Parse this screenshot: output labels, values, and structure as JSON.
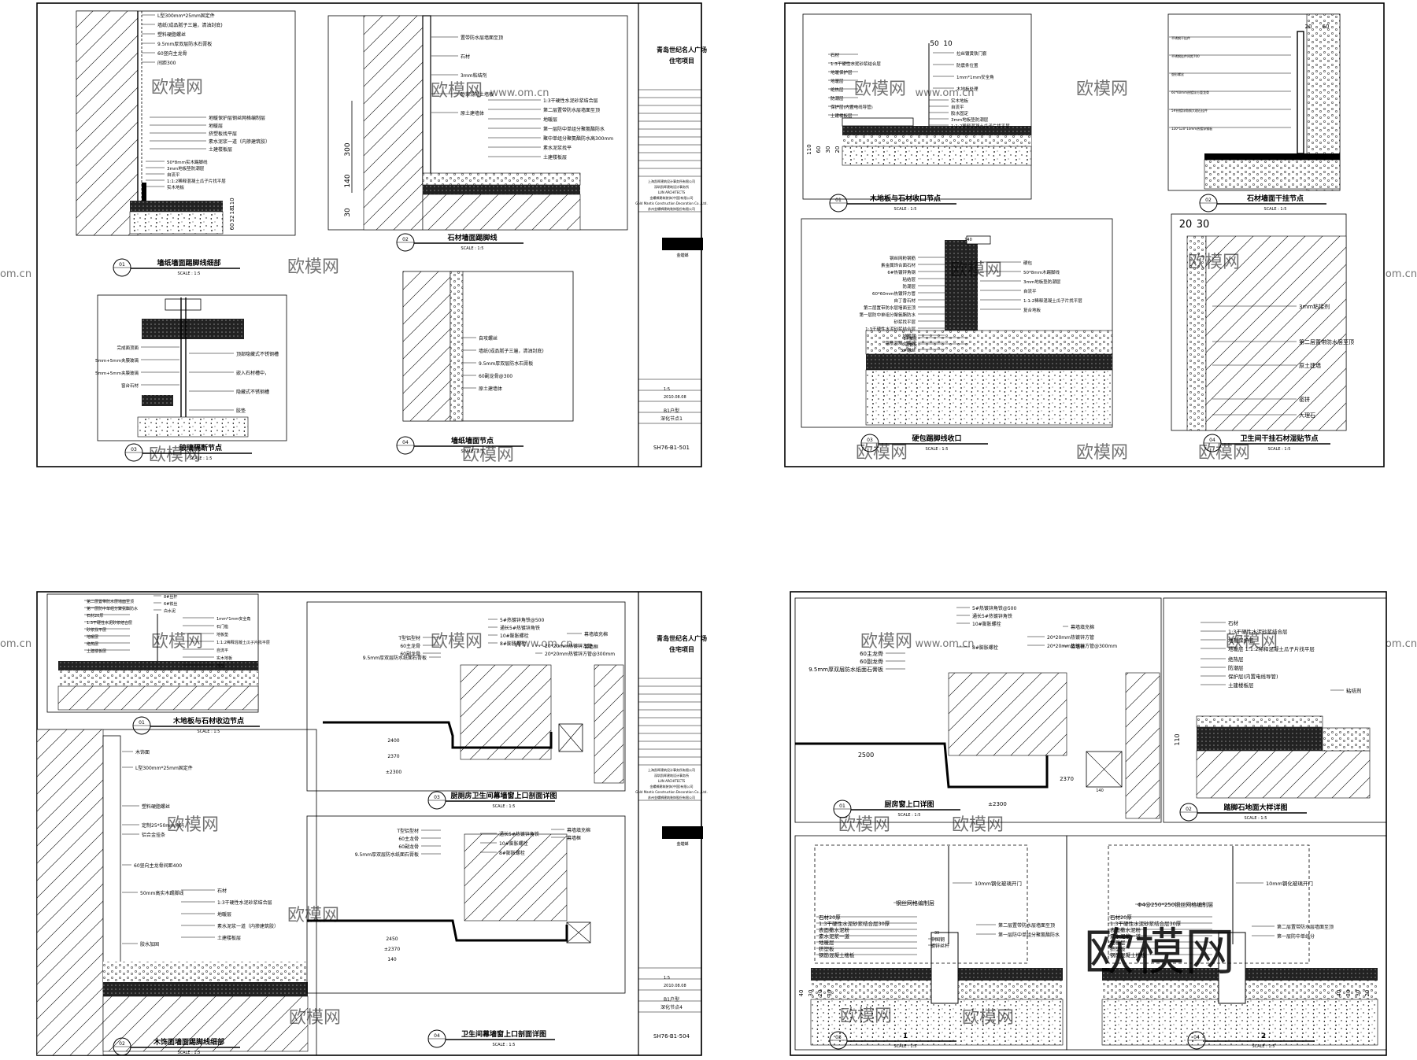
{
  "sheets": [
    {
      "project": [
        "青岛世纪名人广场",
        "住宅项目"
      ],
      "scale": "1:5",
      "date": "2010.08.08",
      "drawing": [
        "B1户型",
        "深化节点1"
      ],
      "sheet_no": "SH76-B1-501",
      "details": [
        {
          "num": "01",
          "title": "墙纸墙面踢脚线细部",
          "scale": "SCALE : 1:5"
        },
        {
          "num": "02",
          "title": "石材墙面踢脚线",
          "scale": "SCALE : 1:5"
        },
        {
          "num": "03",
          "title": "玻璃隔断节点",
          "scale": "SCALE : 1:5"
        },
        {
          "num": "04",
          "title": "墙纸墙面节点",
          "scale": "SCALE : 1:5"
        }
      ],
      "notes": {
        "d1": [
          "L型300mm*25mm固定件",
          "墙纸(成品腻子三遍，清油封底)",
          "塑料硬脂螺丝",
          "9.5mm厚双层防水石膏板",
          "60竖向主龙骨",
          "间距300",
          "地暖保护层钢丝网格编制层",
          "地暖层",
          "挤塑板找平层",
          "素水泥浆一道（内掺建筑胶）",
          "土建楼板层",
          "50*8mm实木踢脚线",
          "3mm地板垫防潮层",
          "自流平",
          "1:1:2稀释混凝土瓜子片找平层",
          "实木地板"
        ],
        "d1_dims": [
          "60",
          "32",
          "18",
          "110"
        ],
        "d2": [
          "置带防水层墙面至顶",
          "石材",
          "3mm粘结剂",
          "砂浆混凝土墙板",
          "原土建墙体",
          "1:3干硬性水泥砂浆结合层",
          "第二层置带防水层墙面至顶",
          "地暖层",
          "第一层防中单组分聚氨酯防水",
          "聚中单组分聚氨酯防水高300mm",
          "素水泥浆找平",
          "土建楼板层"
        ],
        "d2_dims": [
          "300",
          "140",
          "30"
        ],
        "d3": [
          "完成面顶面",
          "5mm+5mm夹膜玻璃",
          "5mm+5mm夹膜玻璃",
          "窗台石材",
          "顶部隐藏式不锈钢槽",
          "嵌入石材槽中，",
          "隐藏式不锈钢槽",
          "胶垫"
        ],
        "d4": [
          "自攻螺丝",
          "墙纸(成品腻子三遍，清油封底)",
          "9.5mm厚双层防水石膏板",
          "60副龙骨@300",
          "原土建墙体"
        ]
      },
      "company": [
        "上海凯晖建筑设计事务所有限公司",
        "深圳凯晖建筑设计事务所",
        "LUN ARCHITECTS",
        "金螺蛳建筑装饰(中国)有限公司",
        "Gold Mantis Construction Decoration Co., Ltd.",
        "苏州金螺蛳建筑装饰股份有限公司"
      ],
      "logo": "GOLD MANTIS",
      "logo_cn": "金螳螂"
    },
    {
      "details": [
        {
          "num": "01",
          "title": "木地板与石材收口节点",
          "scale": "SCALE : 1:5"
        },
        {
          "num": "02",
          "title": "石材墙面干挂节点",
          "scale": "SCALE : 1:5"
        },
        {
          "num": "03",
          "title": "硬包踢脚线收口",
          "scale": "SCALE : 1:5"
        },
        {
          "num": "04",
          "title": "卫生间干挂石材湿贴节点",
          "scale": "SCALE : 1:5"
        }
      ],
      "notes": {
        "d1": [
          "石材",
          "1:3干硬性水泥砂浆结合层",
          "地暖保护层",
          "地暖层",
          "绝热层",
          "防潮层",
          "保护层(内置电线导管)",
          "土建楼板层",
          "拉丝镀黄铁门套",
          "防震条位置",
          "1mm*1mm安全角",
          "木地板处理",
          "实木地板",
          "自流平",
          "胶水固定",
          "3mm地板垫防潮层",
          "1:1:2稀释混凝土瓜子片找平层"
        ],
        "d1_dims": [
          "50",
          "10",
          "110",
          "60",
          "30",
          "20"
        ],
        "d2": [
          "不锈钢干挂件",
          "不锈钢挂件间距700",
          "塑形螺丝",
          "60*60mm热镀锌方管龙骨",
          "5#热镀锌角钢大理石挂件",
          "120*120*10mm热镀锌钢板"
        ],
        "d2_dims": [
          "20",
          "60"
        ],
        "d3": [
          "钢丝网粉钢筋",
          "素金属饰合面石材",
          "6#热镀锌角钢",
          "粘结层",
          "防潮层",
          "60*60mm热镀锌方管",
          "自丁香石材",
          "第二层置带防水层墙面至顶",
          "第一层防中单组分聚氨酯防水",
          "砂浆找平层",
          "1:3干硬性水泥砂浆结合层",
          "地暖层",
          "钢筋混凝土楼板",
          "5#螺丝",
          "8#膨胀",
          "玻镁板",
          "硬包",
          "50*8mm木踢脚线",
          "3mm地板垫防潮层",
          "自流平",
          "1:1:2稀释混凝土瓜子片找平层",
          "复合地板"
        ],
        "d3_dims": [
          "140"
        ],
        "d4": [
          "3mm粘接剂",
          "第二层置带防水层至顶",
          "原土建墙",
          "密拼",
          "大理石"
        ],
        "d4_dims": [
          "20",
          "30"
        ]
      }
    },
    {
      "project": [
        "青岛世纪名人广场",
        "住宅项目"
      ],
      "scale": "1:5",
      "date": "2010.08.08",
      "drawing": [
        "B1户型",
        "深化节点4"
      ],
      "sheet_no": "SH76-B1-504",
      "details": [
        {
          "num": "01",
          "title": "木地板与石材收边节点",
          "scale": "SCALE : 1:5"
        },
        {
          "num": "02",
          "title": "木饰面墙面踢脚线细部",
          "scale": "SCALE : 1:5"
        },
        {
          "num": "03",
          "title": "厨厕房卫生间幕墙窗上口剖面详图",
          "scale": "SCALE : 1:5"
        },
        {
          "num": "04",
          "title": "卫生间幕墙窗上口剖面详图",
          "scale": "SCALE : 1:5"
        }
      ],
      "notes": {
        "d1": [
          "第二层置带防水层墙面至顶",
          "第一层防中单组分聚氨酯防水",
          "石材20厚",
          "1:3干硬性水泥砂浆结合层",
          "砂浆找平层",
          "地暖层",
          "绝热层",
          "土建楼板层",
          "8#丝杆",
          "6#铁丝",
          "白水泥",
          "1mm*1mm安全角",
          "石门槛",
          "地板垫",
          "1:1:2稀释混凝土瓜子片找平层",
          "自流平",
          "实木地板",
          "挤塑"
        ],
        "d2": [
          "木饰面",
          "L型300mm*25mm固定件",
          "塑料硬脂螺丝",
          "定制25*50mm角码",
          "铝合金挂条",
          "60竖向主龙骨间距400",
          "50mm高实木踢脚线",
          "胶水加固",
          "石材",
          "1:3干硬性水泥砂浆结合层",
          "地暖层",
          "素水泥浆一道（内掺建筑胶）",
          "土建楼板层"
        ],
        "d3": [
          "T型铝型材",
          "60主龙骨",
          "60副龙骨",
          "9.5mm厚双层防水纸面石膏板",
          "5#热镀锌角铁@500",
          "通长5#热镀锌角铁",
          "10#膨胀螺栓",
          "8#膨胀螺栓",
          "20*20mm热镀锌方管",
          "20*20mm热镀锌方管@300mm",
          "幕墙填充棉",
          "幕墙框"
        ],
        "d3_dims": [
          "2400",
          "2370",
          "±2300"
        ],
        "d4": [
          "T型铝型材",
          "60主龙骨",
          "60副龙骨",
          "9.5mm厚双层防水纸面石膏板",
          "通长5#热镀锌角铁",
          "10#膨胀螺栓",
          "8#膨胀螺栓",
          "幕墙填充棉",
          "幕墙框"
        ],
        "d4_dims": [
          "2450",
          "±2370",
          "140"
        ]
      },
      "company": [
        "上海凯晖建筑设计事务所有限公司",
        "深圳凯晖建筑设计事务所",
        "LUN ARCHITECTS",
        "金螺蛳建筑装饰(中国)有限公司",
        "Gold Mantis Construction Decoration Co., Ltd.",
        "苏州金螺蛳建筑装饰股份有限公司"
      ],
      "logo": "GOLD MANTIS",
      "logo_cn": "金螳螂"
    },
    {
      "details": [
        {
          "num": "01",
          "title": "厨房窗上口详图",
          "scale": "SCALE : 1:5"
        },
        {
          "num": "02",
          "title": "踏脚石地面大样详图",
          "scale": "SCALE : 1:5"
        },
        {
          "num": "03",
          "title": "1",
          "scale": "SCALE : 1:5"
        },
        {
          "num": "04",
          "title": "2",
          "scale": "SCALE : 1:5"
        }
      ],
      "notes": {
        "d1": [
          "60主龙骨",
          "60副龙骨",
          "9.5mm厚双层防水纸面石膏板",
          "5#热镀锌角铁@500",
          "通长5#热镀锌角铁",
          "10#膨胀螺栓",
          "8#膨胀螺栓",
          "20*20mm热镀锌方管",
          "20*20mm热镀锌方管@300mm",
          "幕墙填充棉",
          "幕墙框"
        ],
        "d1_dims": [
          "2500",
          "2370",
          "±2300",
          "140"
        ],
        "d2": [
          "石材",
          "1:3干硬性水泥砂浆结合层",
          "地暖保护层",
          "地暖层  1:1:2稀释混凝土瓜子片找平层",
          "绝热层",
          "防潮层",
          "保护层(内置电线导管)",
          "土建楼板层",
          "粘结剂"
        ],
        "d2_dims": [
          "110"
        ],
        "d3": [
          "钢丝网格编制层",
          "石材20厚",
          "1:3干硬性水泥砂浆结合层30厚",
          "表面撒水泥粉",
          "素水泥浆一道",
          "地暖层",
          "挤塑板",
          "钢筋混凝土楼板",
          "10mm钢化玻璃开门",
          "中国钢",
          "镀锌丝杆",
          "第二层置带防水层墙面至顶",
          "第一层防中单组分聚氨酯防水"
        ],
        "d3_dims": [
          "40",
          "30",
          "20",
          "30",
          "39"
        ],
        "d4": [
          "Φ4@250*250钢丝网格编制层",
          "石材20厚",
          "1:3干硬性水泥砂浆结合层30厚",
          "表面撒水泥粉",
          "素水泥浆一道",
          "地暖层",
          "挤塑板",
          "钢筋混凝土楼板",
          "10mm钢化玻璃开门",
          "第二层置带防水层墙面至顶",
          "第一层防中单组分"
        ],
        "d4_dims": [
          "40",
          "30",
          "30",
          "20"
        ]
      }
    }
  ],
  "watermarks": {
    "site": "www.om.cn",
    "cn": "欧模网",
    "site_short": "om.cn"
  },
  "big_watermark": "欧模网"
}
